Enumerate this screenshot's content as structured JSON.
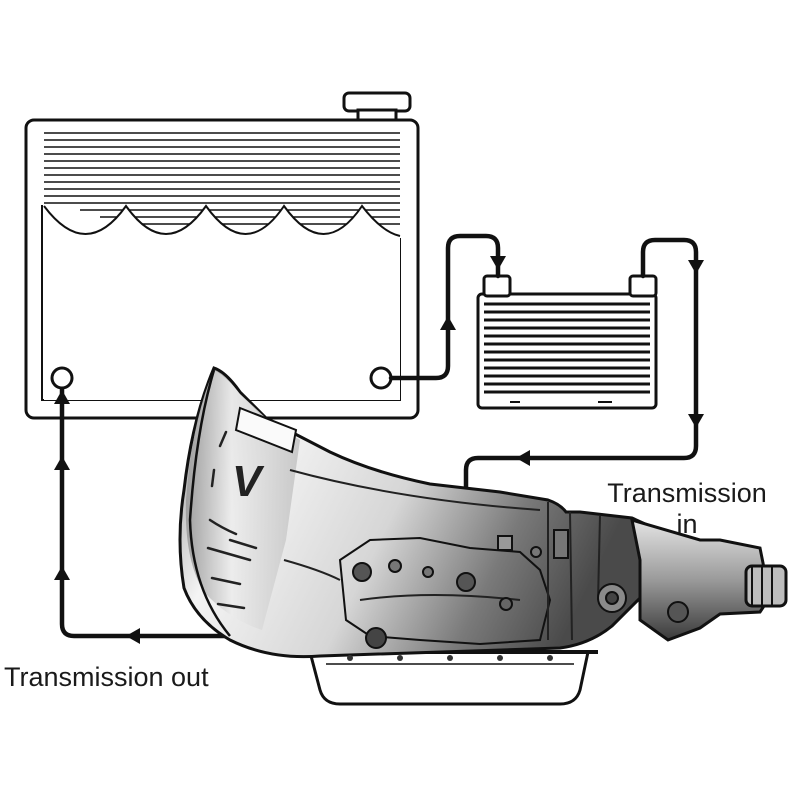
{
  "labels": {
    "transmission_in_line1": "Transmission",
    "transmission_in_line2": "in",
    "transmission_out": "Transmission out"
  },
  "components": {
    "radiator": "radiator",
    "auxiliary_cooler": "auxiliary-transmission-cooler",
    "transmission": "automatic-transmission",
    "transmission_case_mark": "V"
  },
  "colors": {
    "line": "#111111",
    "body_light": "#f2f2f2",
    "body_dark": "#6a6a6a",
    "background": "#ffffff"
  }
}
